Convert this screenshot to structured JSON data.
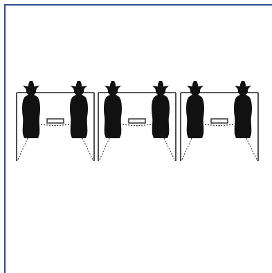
{
  "colors": {
    "frame": "#2f4a8f",
    "silhouette": "#111111",
    "line": "#222222",
    "background": "#ffffff"
  },
  "diagram": {
    "bay_count": 3,
    "figures_per_bay": 2,
    "figure_icon": "cowboy-silhouette-target-icon",
    "connector_icon": "target-holder-bar-icon",
    "border_lines": "solid",
    "sight_lines": "dotted"
  }
}
